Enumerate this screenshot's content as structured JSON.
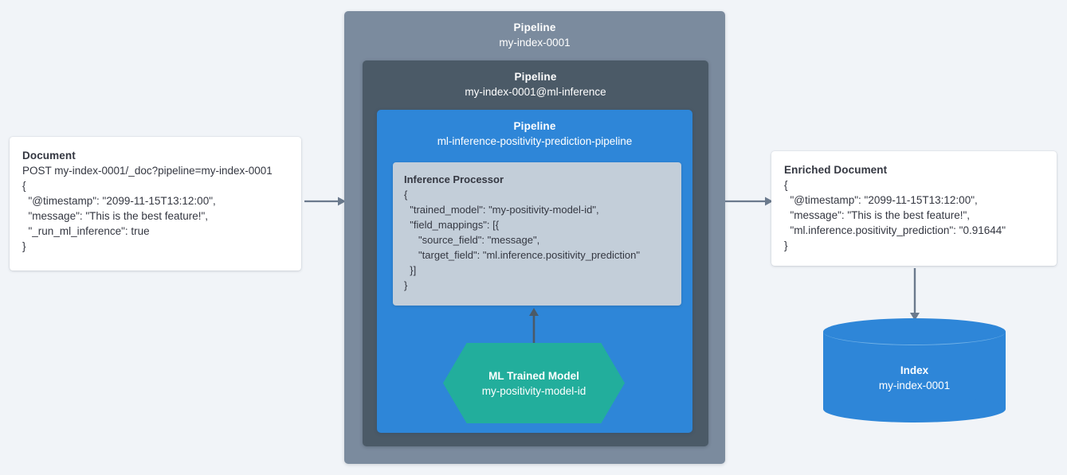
{
  "document": {
    "title": "Document",
    "lines": [
      "POST my-index-0001/_doc?pipeline=my-index-0001",
      "{",
      "  \"@timestamp\": \"2099-11-15T13:12:00\",",
      "  \"message\": \"This is the best feature!\",",
      "  \"_run_ml_inference\": true",
      "}"
    ]
  },
  "pipeline_outer": {
    "kind": "Pipeline",
    "name": "my-index-0001"
  },
  "pipeline_middle": {
    "kind": "Pipeline",
    "name": "my-index-0001@ml-inference"
  },
  "pipeline_inner": {
    "kind": "Pipeline",
    "name": "ml-inference-positivity-prediction-pipeline"
  },
  "inference_processor": {
    "title": "Inference Processor",
    "lines": [
      "{",
      "  \"trained_model\": \"my-positivity-model-id\",",
      "  \"field_mappings\": [{",
      "     \"source_field\": \"message\",",
      "     \"target_field\": \"ml.inference.positivity_prediction\"",
      "  }]",
      "}"
    ]
  },
  "ml_model": {
    "kind": "ML Trained Model",
    "name": "my-positivity-model-id"
  },
  "enriched_document": {
    "title": "Enriched Document",
    "lines": [
      "{",
      "  \"@timestamp\": \"2099-11-15T13:12:00\",",
      "  \"message\": \"This is the best feature!\",",
      "  \"ml.inference.positivity_prediction\": \"0.91644\"",
      "}"
    ]
  },
  "index": {
    "kind": "Index",
    "name": "my-index-0001"
  },
  "colors": {
    "background": "#f1f4f8",
    "outer_pipeline": "#7b8b9e",
    "middle_pipeline": "#4b5a67",
    "inner_pipeline": "#2e86d8",
    "processor_card": "#c3ced9",
    "ml_model": "#22ae9c",
    "index": "#2e86d8",
    "text": "#343741",
    "arrow": "#6b7a8d"
  },
  "arrows": [
    {
      "name": "document-to-pipeline",
      "direction": "right"
    },
    {
      "name": "pipeline-to-enriched-document",
      "direction": "right"
    },
    {
      "name": "ml-model-to-inference-processor",
      "direction": "up"
    },
    {
      "name": "enriched-document-to-index",
      "direction": "down"
    }
  ]
}
